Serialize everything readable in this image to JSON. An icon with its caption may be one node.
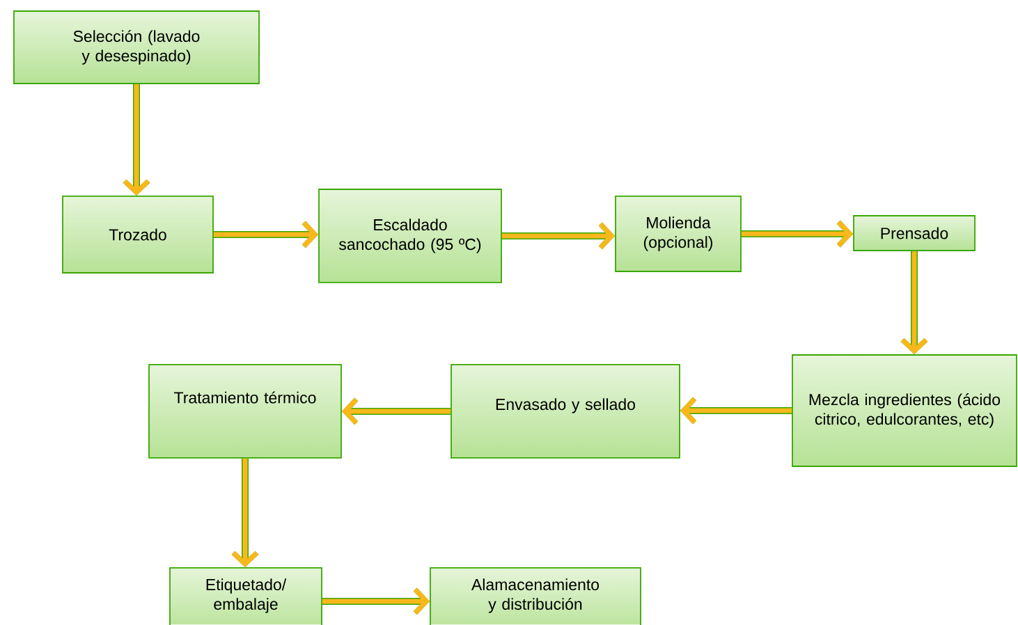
{
  "diagram": {
    "nodes": [
      {
        "text": [
          "Selección (lavado y desespinado)"
        ]
      },
      {
        "text": [
          "Trozado"
        ]
      },
      {
        "text": [
          "Escaldado sancochado (95 ºC)"
        ]
      },
      {
        "text": [
          "Molienda (opcional)"
        ]
      },
      {
        "text": [
          "Prensado"
        ]
      },
      {
        "text": [
          "Mezcla ingredientes (ácido citrico, edulcorantes, etc)"
        ]
      },
      {
        "text": [
          "Envasado y sellado"
        ]
      },
      {
        "text": [
          "Tratamiento térmico"
        ]
      },
      {
        "text": [
          "Etiquetado/ embalaje"
        ]
      },
      {
        "text": [
          "Alamacenamiento y distribución"
        ]
      }
    ],
    "edges": [
      {
        "from": 0,
        "to": 1,
        "arrow": "to"
      },
      {
        "from": 1,
        "to": 2,
        "arrow": "to"
      },
      {
        "from": 2,
        "to": 3,
        "arrow": "to"
      },
      {
        "from": 3,
        "to": 4,
        "arrow": "to"
      },
      {
        "from": 4,
        "to": 5,
        "arrow": "to"
      },
      {
        "from": 5,
        "to": 6,
        "arrow": "to"
      },
      {
        "from": 6,
        "to": 7,
        "arrow": "to"
      },
      {
        "from": 7,
        "to": 8,
        "arrow": "to"
      },
      {
        "from": 8,
        "to": 9,
        "arrow": "to"
      }
    ]
  }
}
